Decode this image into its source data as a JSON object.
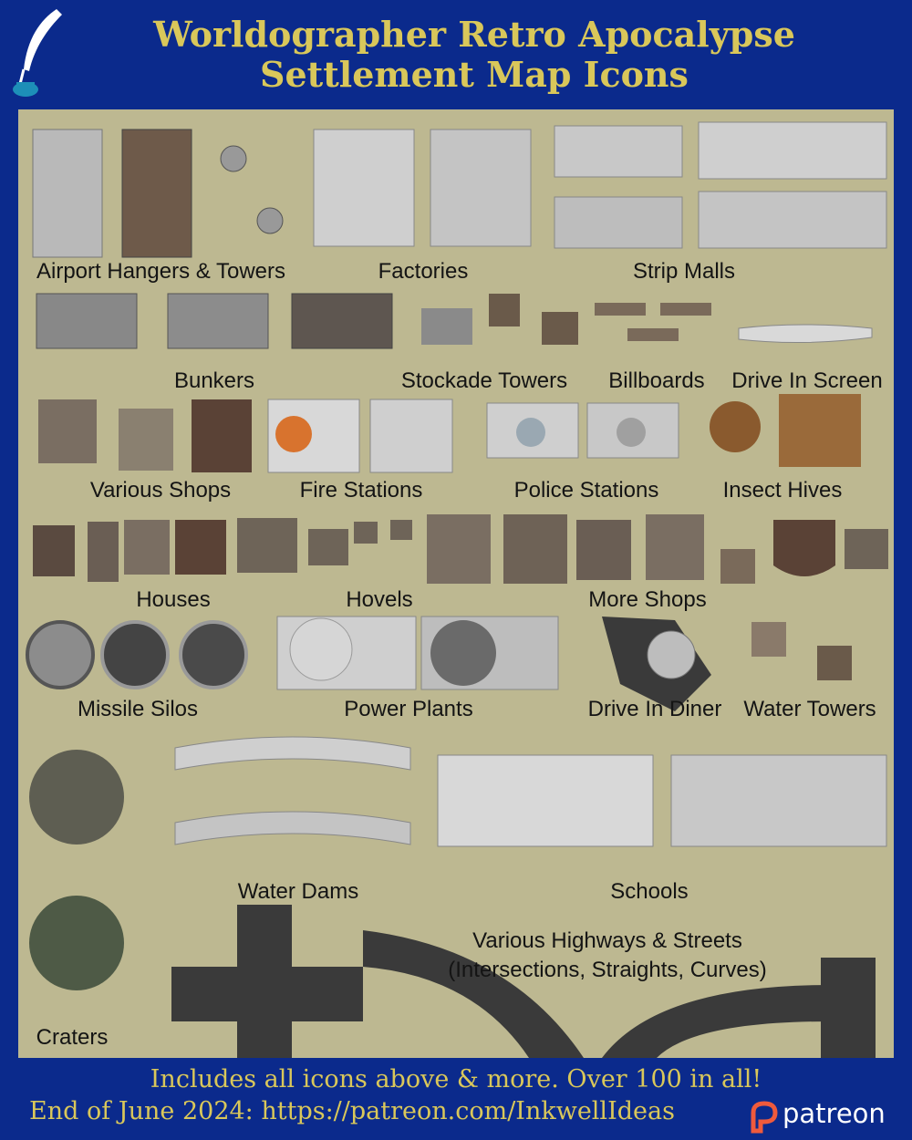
{
  "header": {
    "title_line1": "Worldographer Retro Apocalypse",
    "title_line2": "Settlement Map Icons"
  },
  "labels": {
    "airport": "Airport Hangers & Towers",
    "factories": "Factories",
    "strip_malls": "Strip Malls",
    "bunkers": "Bunkers",
    "stockade_towers": "Stockade  Towers",
    "billboards": "Billboards",
    "drive_in_screen": "Drive In Screen",
    "various_shops": "Various Shops",
    "fire_stations": "Fire Stations",
    "police_stations": "Police Stations",
    "insect_hives": "Insect Hives",
    "houses": "Houses",
    "hovels": "Hovels",
    "more_shops": "More Shops",
    "missile_silos": "Missile Silos",
    "power_plants": "Power Plants",
    "drive_in_diner": "Drive In Diner",
    "water_towers": "Water Towers",
    "water_dams": "Water Dams",
    "schools": "Schools",
    "highways_line1": "Various Highways & Streets",
    "highways_line2": "(Intersections, Straights, Curves)",
    "craters": "Craters"
  },
  "footer": {
    "line1": "Includes all icons above & more. Over 100 in all!",
    "line2": "End of June 2024: https://patreon.com/InkwellIdeas",
    "patreon_label": "patreon"
  },
  "icons": {
    "logo": "quill-inkwell-icon",
    "patreon": "patreon-logo-icon"
  },
  "colors": {
    "background": "#0b2a8c",
    "panel": "#bdb891",
    "title": "#d9c75a"
  }
}
